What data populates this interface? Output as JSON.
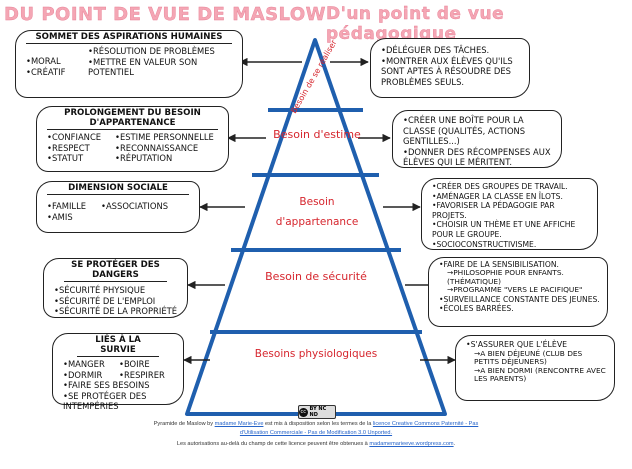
{
  "headers": {
    "left": "DU POINT DE VUE DE MASLOW",
    "right": "D'un point de vue pédagogique"
  },
  "pyramid": {
    "levels": [
      {
        "label": "Besoin de se réaliser"
      },
      {
        "label": "Besoin d'estime"
      },
      {
        "label": "Besoin d'appartenance"
      },
      {
        "label": "Besoin de sécurité"
      },
      {
        "label": "Besoins physiologiques"
      }
    ]
  },
  "left_boxes": [
    {
      "title": "Sommet des aspirations humaines",
      "col1": [
        "Moral",
        "Créatif"
      ],
      "col2": [
        "Résolution de problèmes",
        "Mettre en valeur son potentiel"
      ]
    },
    {
      "title": "Prolongement du besoin d'appartenance",
      "col1": [
        "Confiance",
        "Respect",
        "Statut"
      ],
      "col2": [
        "Estime personnelle",
        "Reconnaissance",
        "Réputation"
      ]
    },
    {
      "title": "Dimension sociale",
      "col1": [
        "Famille",
        "Amis"
      ],
      "col2": [
        "Associations"
      ]
    },
    {
      "title": "Se protéger des dangers",
      "items": [
        "Sécurité physique",
        "Sécurité de l'emploi",
        "Sécurité de la propriété"
      ]
    },
    {
      "title": "Liés à la survie",
      "col1": [
        "Manger",
        "Dormir"
      ],
      "col2": [
        "Boire",
        "Respirer"
      ],
      "extra": [
        "Faire ses besoins",
        "Se protéger des intempéries"
      ]
    }
  ],
  "right_boxes": [
    {
      "items": [
        "Déléguer des tâches.",
        "Montrer aux élèves qu'ils sont aptes à résoudre des problèmes seuls."
      ]
    },
    {
      "items": [
        "Créer une boîte pour la classe (qualités, actions gentilles...)",
        "Donner des récompenses aux élèves qui le méritent."
      ]
    },
    {
      "items": [
        "Créer des groupes de travail.",
        "Aménager la classe en îlots.",
        "Favoriser la pédagogie par projets.",
        "Choisir un thème et une affiche pour le groupe.",
        "Socioconstructivisme."
      ]
    },
    {
      "items": [
        "Faire de la sensibilisation."
      ],
      "subs": [
        "Philosophie pour enfants. (thématique)",
        "Programme \"vers le pacifique\""
      ],
      "items2": [
        "Surveillance constante des jeunes.",
        "Écoles barrées."
      ]
    },
    {
      "items": [
        "S'assurer que l'élève"
      ],
      "subs": [
        "A bien déjeuné (club des petits déjeuners)",
        "A bien dormi (rencontre avec les parents)"
      ]
    }
  ],
  "license": {
    "badge": "BY NC ND",
    "line1_a": "Pyramide de Maslow by ",
    "line1_author": "madame Marie-Eve",
    "line1_b": " est mis à disposition selon les termes de la ",
    "line1_link": "licence Creative Commons Paternité - Pas",
    "line2_link": "d'Utilisation Commerciale - Pas de Modification 3.0 Unported.",
    "line3_a": "Les autorisations au-delà du champ de cette licence peuvent être obtenues à ",
    "line3_link": "madamemarieeve.wordpress.com",
    "line3_b": "."
  },
  "colors": {
    "pyramid_stroke": "#1f5fae",
    "level_text": "#d6262e",
    "header_pink": "#f4a6b4"
  }
}
